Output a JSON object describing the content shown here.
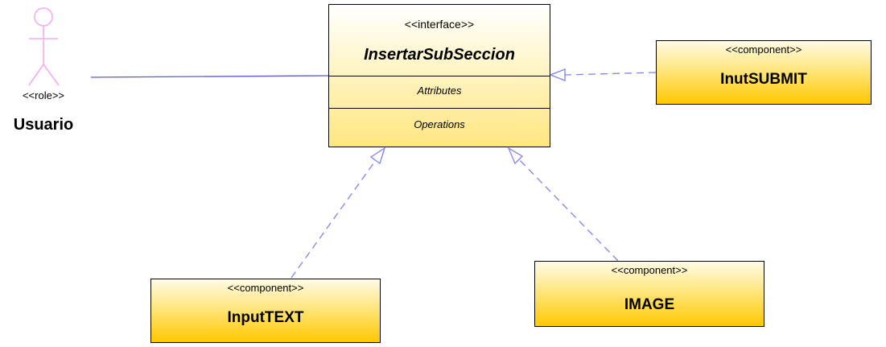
{
  "actor": {
    "stereotype": "<<role>>",
    "name": "Usuario",
    "color": "#f7a8f0"
  },
  "interface": {
    "stereotype": "<<interface>>",
    "name": "InsertarSubSeccion",
    "attributes_label": "Attributes",
    "operations_label": "Operations"
  },
  "components": {
    "submit": {
      "stereotype": "<<component>>",
      "name": "InutSUBMIT"
    },
    "text": {
      "stereotype": "<<component>>",
      "name": "InputTEXT"
    },
    "image": {
      "stereotype": "<<component>>",
      "name": "IMAGE"
    }
  },
  "colors": {
    "association": "#5a5ad6",
    "realization": "#8080ee",
    "box_fill_top": "#fffbe6",
    "box_fill_bottom": "#ffc800"
  }
}
